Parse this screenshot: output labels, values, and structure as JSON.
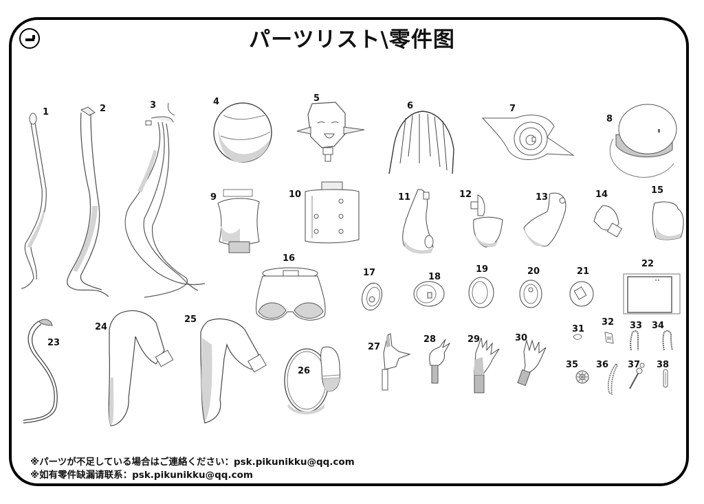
{
  "page": {
    "badge_icon": "page-indicator-icon",
    "title": "パーツリスト\\零件图"
  },
  "parts": [
    {
      "num": "1",
      "label": "1"
    },
    {
      "num": "2",
      "label": "2"
    },
    {
      "num": "3",
      "label": "3"
    },
    {
      "num": "4",
      "label": "4"
    },
    {
      "num": "5",
      "label": "5"
    },
    {
      "num": "6",
      "label": "6"
    },
    {
      "num": "7",
      "label": "7"
    },
    {
      "num": "8",
      "label": "8"
    },
    {
      "num": "9",
      "label": "9"
    },
    {
      "num": "10",
      "label": "10"
    },
    {
      "num": "11",
      "label": "11"
    },
    {
      "num": "12",
      "label": "12"
    },
    {
      "num": "13",
      "label": "13"
    },
    {
      "num": "14",
      "label": "14"
    },
    {
      "num": "15",
      "label": "15"
    },
    {
      "num": "16",
      "label": "16"
    },
    {
      "num": "17",
      "label": "17"
    },
    {
      "num": "18",
      "label": "18"
    },
    {
      "num": "19",
      "label": "19"
    },
    {
      "num": "20",
      "label": "20"
    },
    {
      "num": "21",
      "label": "21"
    },
    {
      "num": "22",
      "label": "22"
    },
    {
      "num": "23",
      "label": "23"
    },
    {
      "num": "24",
      "label": "24"
    },
    {
      "num": "25",
      "label": "25"
    },
    {
      "num": "26",
      "label": "26"
    },
    {
      "num": "27",
      "label": "27"
    },
    {
      "num": "28",
      "label": "28"
    },
    {
      "num": "29",
      "label": "29"
    },
    {
      "num": "30",
      "label": "30"
    },
    {
      "num": "31",
      "label": "31"
    },
    {
      "num": "32",
      "label": "32"
    },
    {
      "num": "33",
      "label": "33"
    },
    {
      "num": "34",
      "label": "34"
    },
    {
      "num": "35",
      "label": "35"
    },
    {
      "num": "36",
      "label": "36"
    },
    {
      "num": "37",
      "label": "37"
    },
    {
      "num": "38",
      "label": "38"
    }
  ],
  "footer": {
    "line_jp": "※パーツが不足している場合はご連絡ください：psk.pikunikku@qq.com",
    "line_cn": "※如有零件缺漏请联系：psk.pikunikku@qq.com"
  },
  "colors": {
    "border": "#000000",
    "line": "#555555",
    "shade": "#d4d4d4",
    "background": "#ffffff"
  }
}
